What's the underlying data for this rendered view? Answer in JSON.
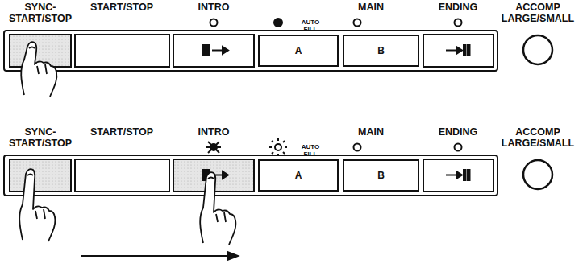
{
  "diagram": {
    "nodes": [
      {
        "text": [
          "A"
        ]
      },
      {
        "text": [
          "B"
        ]
      },
      {
        "text": [
          "A"
        ]
      },
      {
        "text": [
          "B"
        ]
      }
    ],
    "labels": [
      "SYNC- START/STOP",
      "START/STOP",
      "INTRO",
      "MAIN",
      "AUTO FILL",
      "ENDING",
      "ACCOMP LARGE/SMALL",
      "SYNC- START/STOP",
      "START/STOP",
      "INTRO",
      "MAIN",
      "AUTO FILL",
      "ENDING",
      "ACCOMP LARGE/SMALL"
    ]
  }
}
